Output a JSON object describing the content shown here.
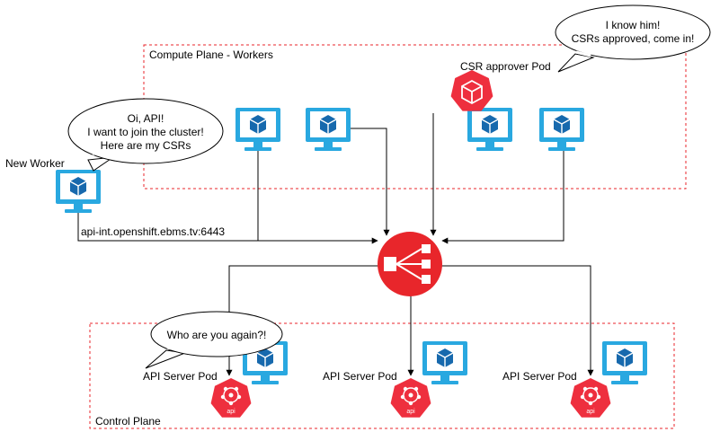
{
  "colors": {
    "monitor": "#29a8e0",
    "cube": "#1769ad",
    "balancer": "#e8262b",
    "pod": "#ee2f3e",
    "boundary": "#e8262b",
    "line": "#000000"
  },
  "zones": {
    "workers_label": "Compute Plane - Workers",
    "control_label": "Control Plane"
  },
  "new_worker": {
    "label": "New Worker",
    "bubble": [
      "Oi, API!",
      "I want to join the cluster!",
      "Here are my CSRs"
    ],
    "endpoint": "api-int.openshift.ebms.tv:6443"
  },
  "csr_approver": {
    "label": "CSR approver Pod",
    "bubble": [
      "I know him!",
      "CSRs approved, come in!"
    ]
  },
  "api_pods": [
    {
      "label": "API Server Pod",
      "badge": "api"
    },
    {
      "label": "API Server Pod",
      "badge": "api"
    },
    {
      "label": "API Server Pod",
      "badge": "api"
    }
  ],
  "api_bubble": "Who are you again?!",
  "icons": {
    "workstation": "workstation-icon",
    "load_balancer": "load-balancer-icon",
    "pod": "pod-icon",
    "api_pod": "api-pod-icon"
  }
}
